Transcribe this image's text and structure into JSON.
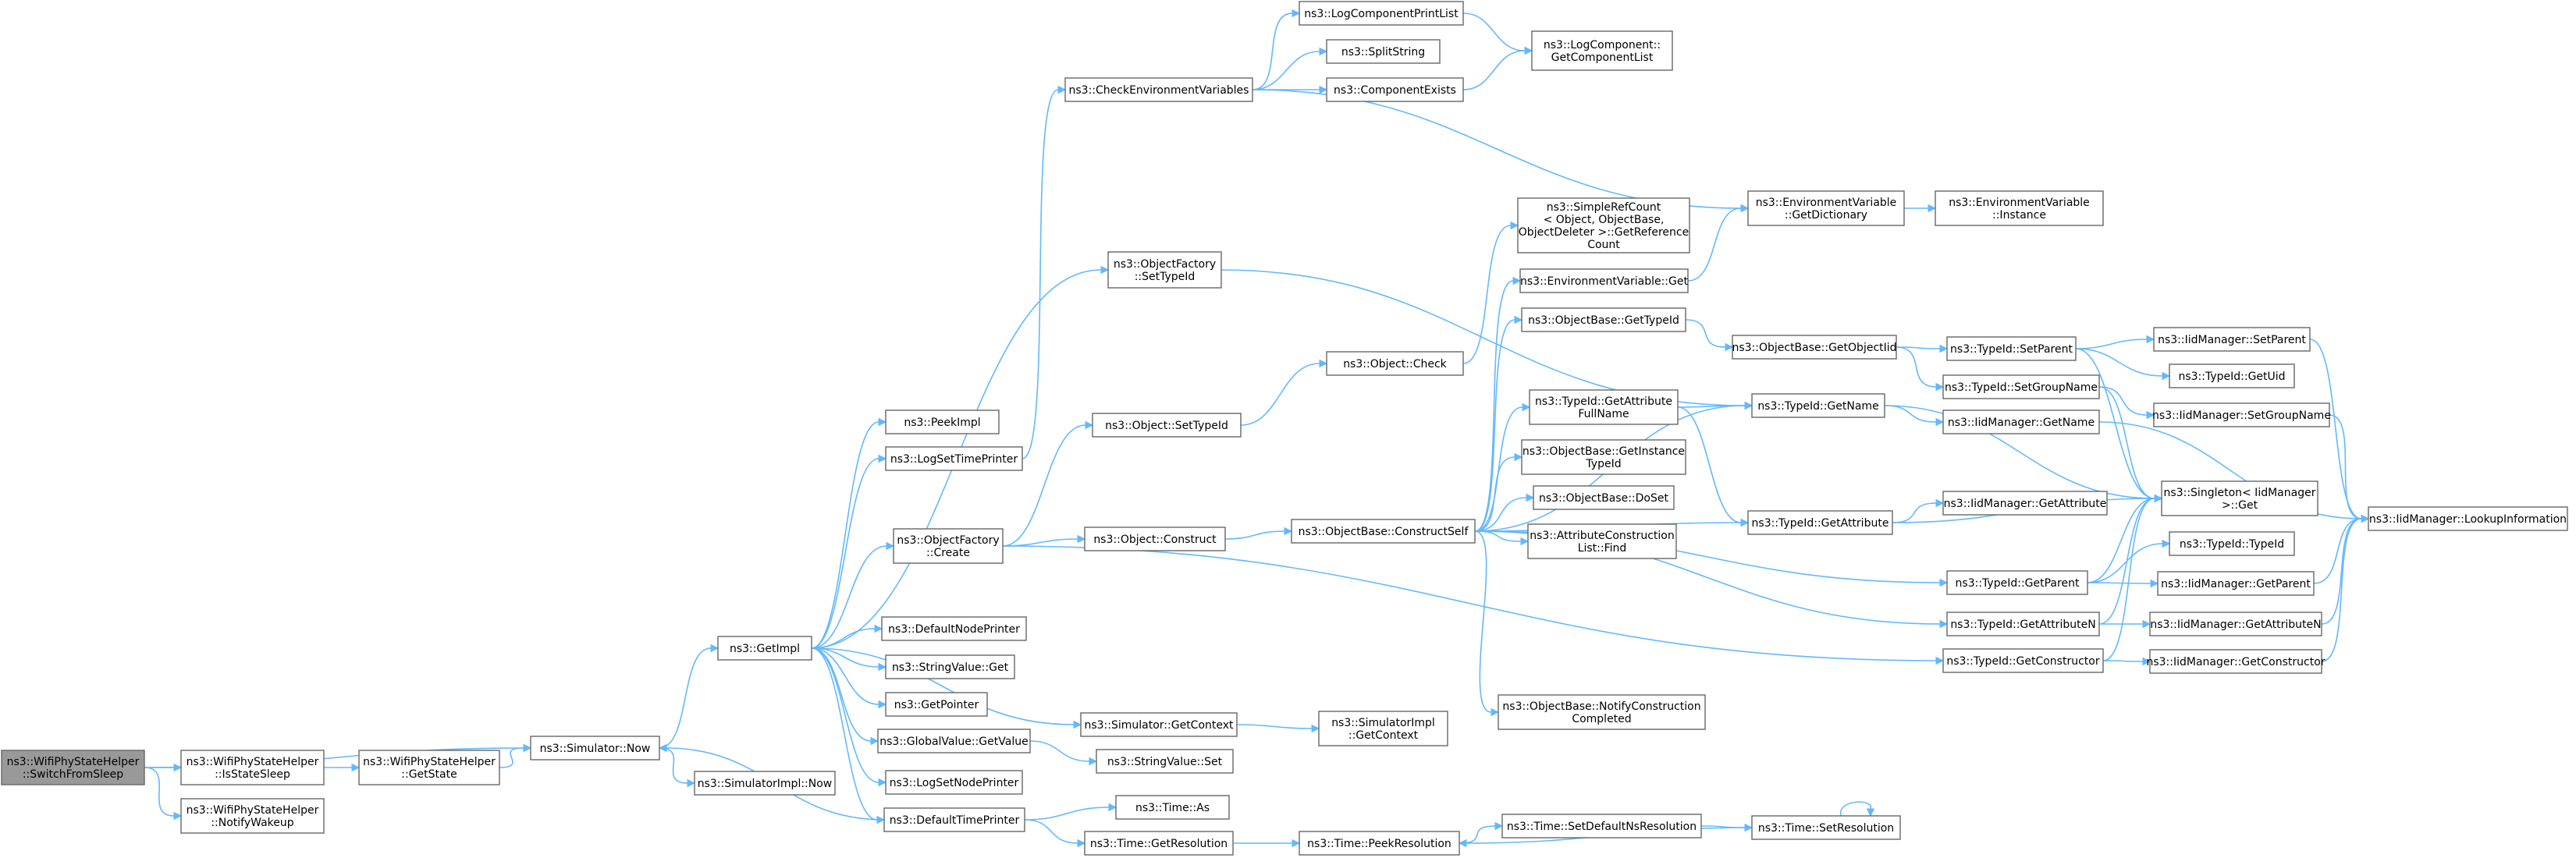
{
  "graph": {
    "edge_color": "#63b8ff",
    "root_color": "#999999",
    "nodes": [
      {
        "id": "root",
        "label": [
          "ns3::WifiPhyStateHelper",
          "::SwitchFromSleep"
        ],
        "root": true
      },
      {
        "id": "isStateSleep",
        "label": [
          "ns3::WifiPhyStateHelper",
          "::IsStateSleep"
        ]
      },
      {
        "id": "notifyWakeup",
        "label": [
          "ns3::WifiPhyStateHelper",
          "::NotifyWakeup"
        ]
      },
      {
        "id": "getState",
        "label": [
          "ns3::WifiPhyStateHelper",
          "::GetState"
        ]
      },
      {
        "id": "simNow",
        "label": [
          "ns3::Simulator::Now"
        ]
      },
      {
        "id": "getImpl",
        "label": [
          "ns3::GetImpl"
        ]
      },
      {
        "id": "simImplNow",
        "label": [
          "ns3::SimulatorImpl::Now"
        ]
      },
      {
        "id": "peekImpl",
        "label": [
          "ns3::PeekImpl"
        ]
      },
      {
        "id": "logSetTimePrinter",
        "label": [
          "ns3::LogSetTimePrinter"
        ]
      },
      {
        "id": "objFactoryCreate",
        "label": [
          "ns3::ObjectFactory",
          "::Create"
        ]
      },
      {
        "id": "defaultNodePrinter",
        "label": [
          "ns3::DefaultNodePrinter"
        ]
      },
      {
        "id": "stringValueGet",
        "label": [
          "ns3::StringValue::Get"
        ]
      },
      {
        "id": "getPointer",
        "label": [
          "ns3::GetPointer"
        ]
      },
      {
        "id": "globalValueGetValue",
        "label": [
          "ns3::GlobalValue::GetValue"
        ]
      },
      {
        "id": "logSetNodePrinter",
        "label": [
          "ns3::LogSetNodePrinter"
        ]
      },
      {
        "id": "defaultTimePrinter",
        "label": [
          "ns3::DefaultTimePrinter"
        ]
      },
      {
        "id": "checkEnv",
        "label": [
          "ns3::CheckEnvironmentVariables"
        ]
      },
      {
        "id": "objFactorySetTypeId",
        "label": [
          "ns3::ObjectFactory",
          "::SetTypeId"
        ]
      },
      {
        "id": "objSetTypeId",
        "label": [
          "ns3::Object::SetTypeId"
        ]
      },
      {
        "id": "objConstruct",
        "label": [
          "ns3::Object::Construct"
        ]
      },
      {
        "id": "simGetContext",
        "label": [
          "ns3::Simulator::GetContext"
        ]
      },
      {
        "id": "stringValueSet",
        "label": [
          "ns3::StringValue::Set"
        ]
      },
      {
        "id": "timeAs",
        "label": [
          "ns3::Time::As"
        ]
      },
      {
        "id": "timeGetResolution",
        "label": [
          "ns3::Time::GetResolution"
        ]
      },
      {
        "id": "logCompPrintList",
        "label": [
          "ns3::LogComponentPrintList"
        ]
      },
      {
        "id": "splitString",
        "label": [
          "ns3::SplitString"
        ]
      },
      {
        "id": "componentExists",
        "label": [
          "ns3::ComponentExists"
        ]
      },
      {
        "id": "objCheck",
        "label": [
          "ns3::Object::Check"
        ]
      },
      {
        "id": "constructSelf",
        "label": [
          "ns3::ObjectBase::ConstructSelf"
        ]
      },
      {
        "id": "simImplGetContext",
        "label": [
          "ns3::SimulatorImpl",
          "::GetContext"
        ]
      },
      {
        "id": "timePeekResolution",
        "label": [
          "ns3::Time::PeekResolution"
        ]
      },
      {
        "id": "logCompGetList",
        "label": [
          "ns3::LogComponent::",
          "GetComponentList"
        ]
      },
      {
        "id": "simpleRefCount",
        "label": [
          "ns3::SimpleRefCount",
          "< Object, ObjectBase,",
          "ObjectDeleter >::GetReference",
          "Count"
        ]
      },
      {
        "id": "envVarGet",
        "label": [
          "ns3::EnvironmentVariable::Get"
        ]
      },
      {
        "id": "objBaseGetTypeId",
        "label": [
          "ns3::ObjectBase::GetTypeId"
        ]
      },
      {
        "id": "typeIdGetAttrFullName",
        "label": [
          "ns3::TypeId::GetAttribute",
          "FullName"
        ]
      },
      {
        "id": "objBaseGetInstanceTypeId",
        "label": [
          "ns3::ObjectBase::GetInstance",
          "TypeId"
        ]
      },
      {
        "id": "objBaseDoSet",
        "label": [
          "ns3::ObjectBase::DoSet"
        ]
      },
      {
        "id": "attrConstructionListFind",
        "label": [
          "ns3::AttributeConstruction",
          "List::Find"
        ]
      },
      {
        "id": "objBaseNotifyConstructionCompleted",
        "label": [
          "ns3::ObjectBase::NotifyConstruction",
          "Completed"
        ]
      },
      {
        "id": "timeSetDefaultNsResolution",
        "label": [
          "ns3::Time::SetDefaultNsResolution"
        ]
      },
      {
        "id": "envVarGetDictionary",
        "label": [
          "ns3::EnvironmentVariable",
          "::GetDictionary"
        ]
      },
      {
        "id": "objBaseGetObjectIid",
        "label": [
          "ns3::ObjectBase::GetObjectIid"
        ]
      },
      {
        "id": "typeIdGetName",
        "label": [
          "ns3::TypeId::GetName"
        ]
      },
      {
        "id": "typeIdGetAttribute",
        "label": [
          "ns3::TypeId::GetAttribute"
        ]
      },
      {
        "id": "typeIdGetParent",
        "label": [
          "ns3::TypeId::GetParent"
        ]
      },
      {
        "id": "typeIdGetAttributeN",
        "label": [
          "ns3::TypeId::GetAttributeN"
        ]
      },
      {
        "id": "typeIdGetConstructor",
        "label": [
          "ns3::TypeId::GetConstructor"
        ]
      },
      {
        "id": "timeSetResolution",
        "label": [
          "ns3::Time::SetResolution"
        ]
      },
      {
        "id": "envVarInstance",
        "label": [
          "ns3::EnvironmentVariable",
          "::Instance"
        ]
      },
      {
        "id": "typeIdSetParent",
        "label": [
          "ns3::TypeId::SetParent"
        ]
      },
      {
        "id": "typeIdSetGroupName",
        "label": [
          "ns3::TypeId::SetGroupName"
        ]
      },
      {
        "id": "iidMgrGetName",
        "label": [
          "ns3::IidManager::GetName"
        ]
      },
      {
        "id": "iidMgrGetAttribute",
        "label": [
          "ns3::IidManager::GetAttribute"
        ]
      },
      {
        "id": "singletonGet",
        "label": [
          "ns3::Singleton< IidManager",
          ">::Get"
        ]
      },
      {
        "id": "iidMgrSetParent",
        "label": [
          "ns3::IidManager::SetParent"
        ]
      },
      {
        "id": "typeIdGetUid",
        "label": [
          "ns3::TypeId::GetUid"
        ]
      },
      {
        "id": "iidMgrSetGroupName",
        "label": [
          "ns3::IidManager::SetGroupName"
        ]
      },
      {
        "id": "typeIdTypeId",
        "label": [
          "ns3::TypeId::TypeId"
        ]
      },
      {
        "id": "iidMgrGetParent",
        "label": [
          "ns3::IidManager::GetParent"
        ]
      },
      {
        "id": "iidMgrGetAttributeN",
        "label": [
          "ns3::IidManager::GetAttributeN"
        ]
      },
      {
        "id": "iidMgrGetConstructor",
        "label": [
          "ns3::IidManager::GetConstructor"
        ]
      },
      {
        "id": "iidMgrLookupInformation",
        "label": [
          "ns3::IidManager::LookupInformation"
        ]
      }
    ],
    "edges": [
      [
        "root",
        "simNow"
      ],
      [
        "root",
        "isStateSleep"
      ],
      [
        "root",
        "notifyWakeup"
      ],
      [
        "isStateSleep",
        "getState"
      ],
      [
        "getState",
        "simNow"
      ],
      [
        "simNow",
        "getImpl"
      ],
      [
        "simNow",
        "simImplNow"
      ],
      [
        "getImpl",
        "peekImpl"
      ],
      [
        "getImpl",
        "logSetTimePrinter"
      ],
      [
        "getImpl",
        "objFactoryCreate"
      ],
      [
        "getImpl",
        "defaultNodePrinter"
      ],
      [
        "getImpl",
        "stringValueGet"
      ],
      [
        "getImpl",
        "getPointer"
      ],
      [
        "getImpl",
        "globalValueGetValue"
      ],
      [
        "getImpl",
        "logSetNodePrinter"
      ],
      [
        "getImpl",
        "defaultTimePrinter"
      ],
      [
        "getImpl",
        "objFactorySetTypeId"
      ],
      [
        "getImpl",
        "simGetContext"
      ],
      [
        "logSetTimePrinter",
        "checkEnv"
      ],
      [
        "checkEnv",
        "logCompPrintList"
      ],
      [
        "checkEnv",
        "splitString"
      ],
      [
        "checkEnv",
        "componentExists"
      ],
      [
        "checkEnv",
        "envVarGetDictionary"
      ],
      [
        "logCompPrintList",
        "logCompGetList"
      ],
      [
        "componentExists",
        "logCompGetList"
      ],
      [
        "objFactorySetTypeId",
        "typeIdGetName"
      ],
      [
        "objFactoryCreate",
        "objSetTypeId"
      ],
      [
        "objFactoryCreate",
        "objConstruct"
      ],
      [
        "objFactoryCreate",
        "typeIdGetConstructor"
      ],
      [
        "objSetTypeId",
        "objCheck"
      ],
      [
        "objCheck",
        "simpleRefCount"
      ],
      [
        "objConstruct",
        "constructSelf"
      ],
      [
        "constructSelf",
        "envVarGet"
      ],
      [
        "constructSelf",
        "objBaseGetTypeId"
      ],
      [
        "constructSelf",
        "typeIdGetName"
      ],
      [
        "constructSelf",
        "typeIdGetAttrFullName"
      ],
      [
        "constructSelf",
        "objBaseGetInstanceTypeId"
      ],
      [
        "constructSelf",
        "objBaseDoSet"
      ],
      [
        "constructSelf",
        "attrConstructionListFind"
      ],
      [
        "constructSelf",
        "typeIdGetAttribute"
      ],
      [
        "constructSelf",
        "typeIdGetParent"
      ],
      [
        "constructSelf",
        "typeIdGetAttributeN"
      ],
      [
        "constructSelf",
        "objBaseNotifyConstructionCompleted"
      ],
      [
        "envVarGet",
        "envVarGetDictionary"
      ],
      [
        "envVarGetDictionary",
        "envVarInstance"
      ],
      [
        "objBaseGetTypeId",
        "objBaseGetObjectIid"
      ],
      [
        "objBaseGetObjectIid",
        "typeIdSetParent"
      ],
      [
        "objBaseGetObjectIid",
        "typeIdSetGroupName"
      ],
      [
        "typeIdGetAttrFullName",
        "typeIdGetName"
      ],
      [
        "typeIdGetAttrFullName",
        "typeIdGetAttribute"
      ],
      [
        "typeIdGetName",
        "iidMgrGetName"
      ],
      [
        "typeIdGetName",
        "singletonGet"
      ],
      [
        "typeIdGetAttribute",
        "iidMgrGetAttribute"
      ],
      [
        "typeIdGetAttribute",
        "singletonGet"
      ],
      [
        "typeIdGetParent",
        "singletonGet"
      ],
      [
        "typeIdGetParent",
        "typeIdTypeId"
      ],
      [
        "typeIdGetParent",
        "iidMgrGetParent"
      ],
      [
        "typeIdGetAttributeN",
        "singletonGet"
      ],
      [
        "typeIdGetAttributeN",
        "iidMgrGetAttributeN"
      ],
      [
        "typeIdGetConstructor",
        "singletonGet"
      ],
      [
        "typeIdGetConstructor",
        "iidMgrGetConstructor"
      ],
      [
        "typeIdSetParent",
        "iidMgrSetParent"
      ],
      [
        "typeIdSetParent",
        "typeIdGetUid"
      ],
      [
        "typeIdSetParent",
        "singletonGet"
      ],
      [
        "typeIdSetGroupName",
        "iidMgrSetGroupName"
      ],
      [
        "typeIdSetGroupName",
        "singletonGet"
      ],
      [
        "iidMgrGetName",
        "iidMgrLookupInformation"
      ],
      [
        "iidMgrSetParent",
        "iidMgrLookupInformation"
      ],
      [
        "iidMgrSetGroupName",
        "iidMgrLookupInformation"
      ],
      [
        "iidMgrGetParent",
        "iidMgrLookupInformation"
      ],
      [
        "iidMgrGetAttributeN",
        "iidMgrLookupInformation"
      ],
      [
        "iidMgrGetConstructor",
        "iidMgrLookupInformation"
      ],
      [
        "simGetContext",
        "simImplGetContext"
      ],
      [
        "globalValueGetValue",
        "stringValueSet"
      ],
      [
        "defaultTimePrinter",
        "timeAs"
      ],
      [
        "defaultTimePrinter",
        "timeGetResolution"
      ],
      [
        "defaultTimePrinter",
        "simNow"
      ],
      [
        "timeGetResolution",
        "timePeekResolution"
      ],
      [
        "timePeekResolution",
        "timeSetDefaultNsResolution"
      ],
      [
        "timeSetDefaultNsResolution",
        "timeSetResolution"
      ],
      [
        "timeSetResolution",
        "timePeekResolution"
      ],
      [
        "timeSetResolution",
        "timeSetResolution"
      ]
    ]
  }
}
